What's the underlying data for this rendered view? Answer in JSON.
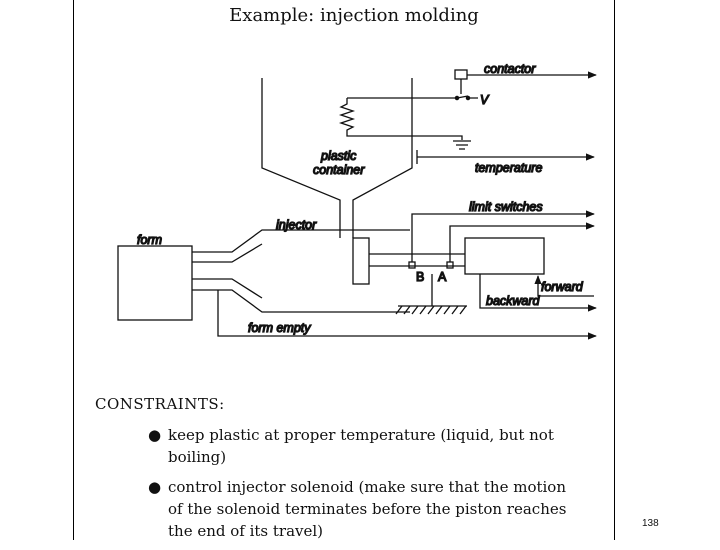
{
  "title": "Example: injection molding",
  "diagram": {
    "labels": {
      "contactor": "contactor",
      "v": "V",
      "plastic_container_1": "plastic",
      "plastic_container_2": "container",
      "temperature": "temperature",
      "limit_switches": "limit switches",
      "injector": "injector",
      "form": "form",
      "b": "B",
      "a": "A",
      "forward": "forward",
      "backward": "backward",
      "form_empty": "form empty"
    }
  },
  "constraints": {
    "heading": "CONSTRAINTS:",
    "items": [
      "keep plastic at proper temperature (liquid, but not boiling)",
      "control injector solenoid (make sure that the motion of the solenoid terminates before the piston reaches the end of its travel)"
    ]
  },
  "page_number": "138"
}
